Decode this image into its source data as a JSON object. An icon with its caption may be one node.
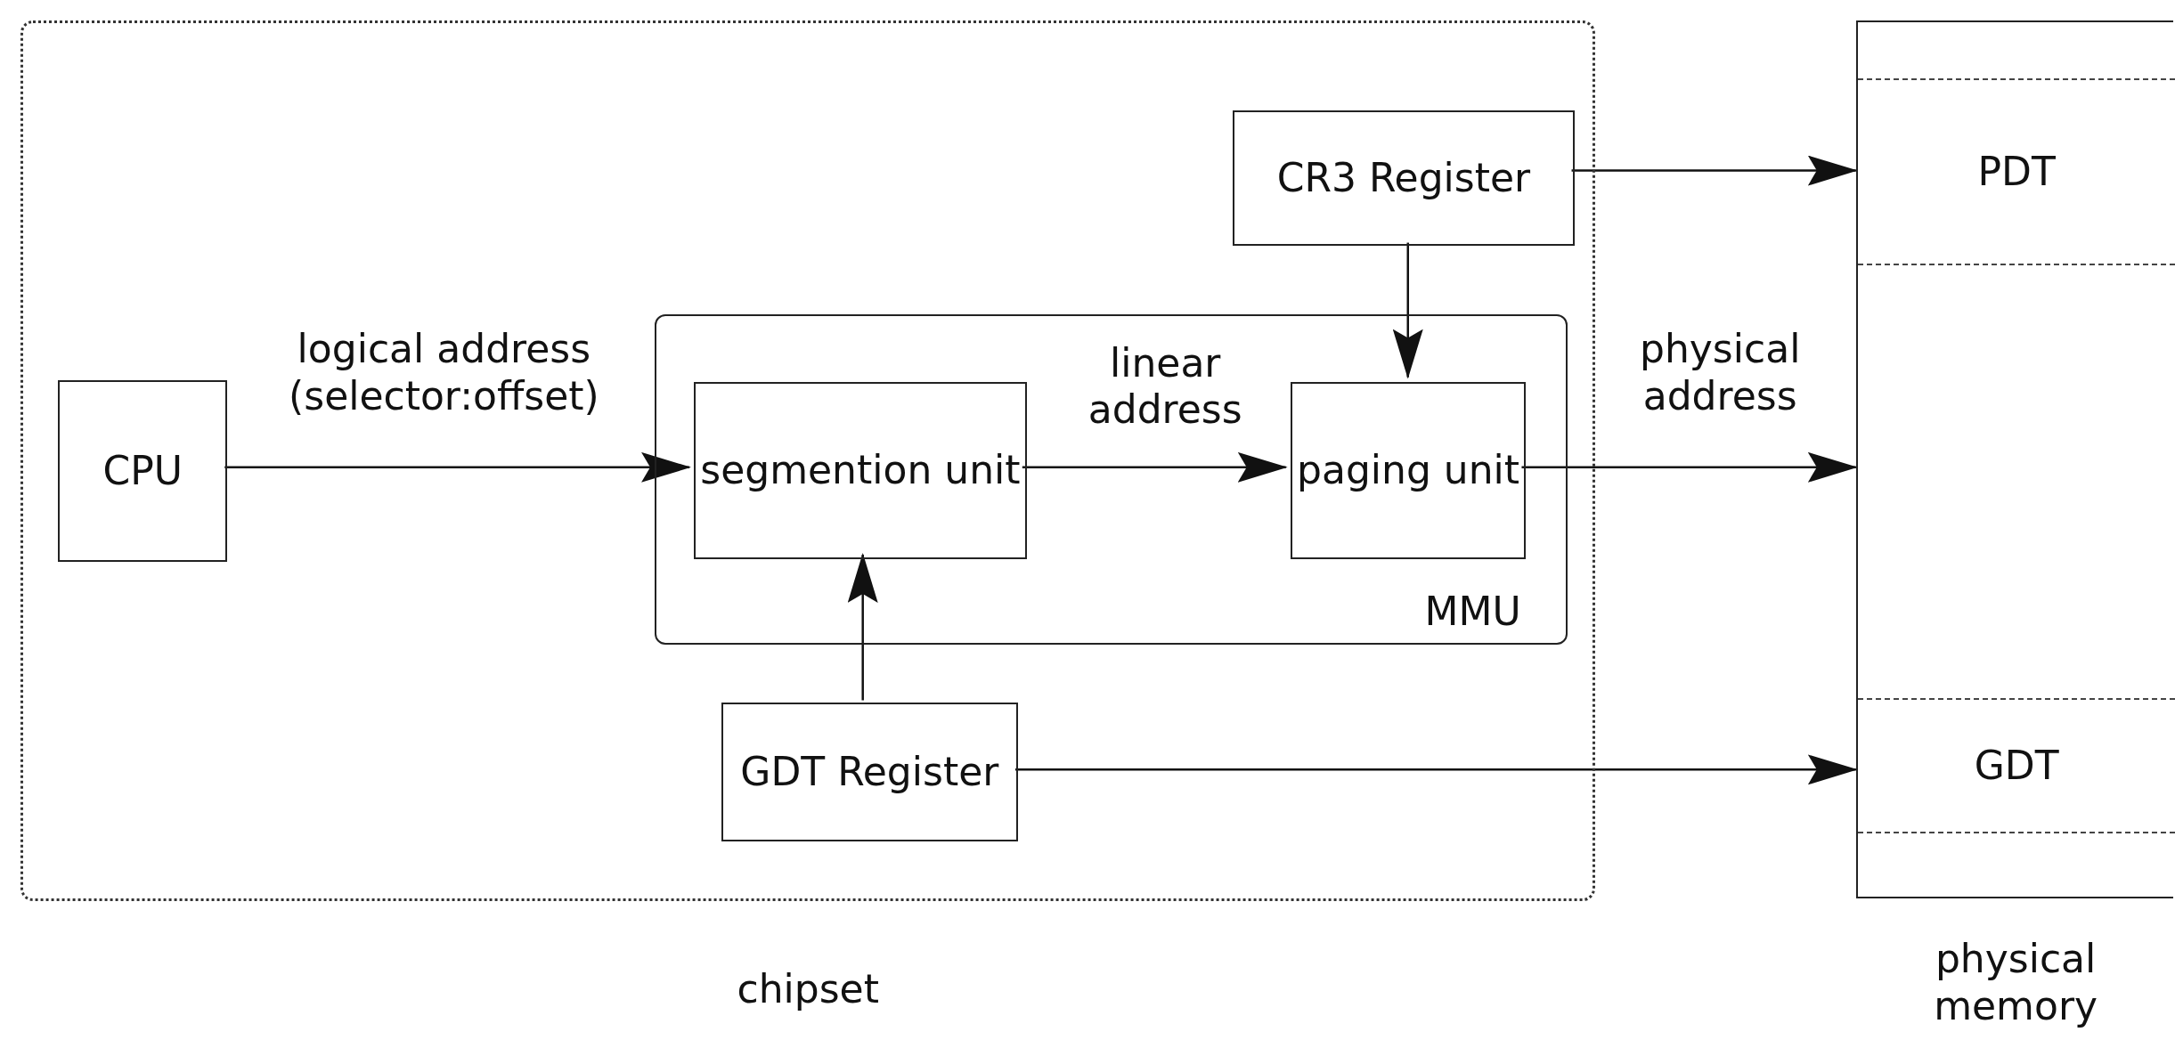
{
  "diagram": {
    "nodes": [
      {
        "text": [
          "chipset"
        ]
      },
      {
        "text": [
          "CPU"
        ],
        "in": 0
      },
      {
        "text": [
          "MMU"
        ],
        "in": 0
      },
      {
        "text": [
          "segmention unit"
        ],
        "in": 2
      },
      {
        "text": [
          "paging unit"
        ],
        "in": 2
      },
      {
        "text": [
          "CR3 Register"
        ],
        "in": 0
      },
      {
        "text": [
          "GDT Register"
        ],
        "in": 0
      },
      {
        "text": [
          "physical memory"
        ]
      },
      {
        "text": [
          "PDT"
        ],
        "in": 7
      },
      {
        "text": [
          "GDT"
        ],
        "in": 7
      }
    ],
    "edges": [
      {
        "from": 1,
        "to": 3,
        "arrow": "to",
        "label": "logical address (selector:offset)"
      },
      {
        "from": 3,
        "to": 4,
        "arrow": "to",
        "label": "linear address"
      },
      {
        "from": 5,
        "to": 4,
        "arrow": "to"
      },
      {
        "from": 6,
        "to": 3,
        "arrow": "to"
      },
      {
        "from": 5,
        "to": 8,
        "arrow": "to"
      },
      {
        "from": 4,
        "to": 7,
        "arrow": "to",
        "label": "physical address"
      },
      {
        "from": 6,
        "to": 9,
        "arrow": "to"
      }
    ]
  }
}
